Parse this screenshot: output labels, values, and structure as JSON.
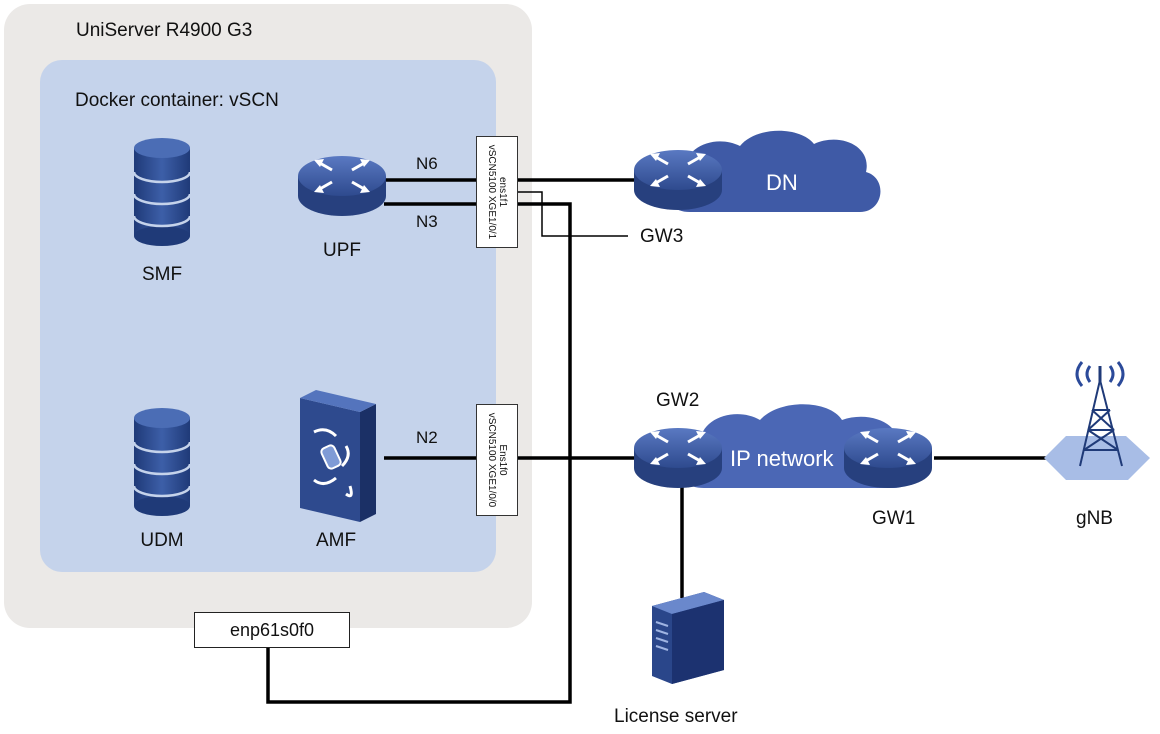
{
  "server": {
    "title": "UniServer R4900 G3"
  },
  "docker": {
    "title": "Docker container: vSCN"
  },
  "nodes": {
    "smf": "SMF",
    "upf": "UPF",
    "udm": "UDM",
    "amf": "AMF",
    "dn": "DN",
    "gw3": "GW3",
    "gw2": "GW2",
    "gw1": "GW1",
    "ip_network": "IP network",
    "gnb": "gNB",
    "license_server": "License server"
  },
  "links": {
    "n6": "N6",
    "n3": "N3",
    "n2": "N2"
  },
  "ports": {
    "upper": {
      "line1": "ens1f1",
      "line2": "vSCN5100 XGE1/0/1"
    },
    "lower": {
      "line1": "Ens1f0",
      "line2": "vSCN5100 XGE1/0/0"
    }
  },
  "interface": {
    "label": "enp61s0f0"
  },
  "colors": {
    "server_bg": "#ebe9e7",
    "container_bg": "#c5d3eb",
    "device_blue": "#2f4f8f",
    "cloud_blue": "#3f5aa6"
  }
}
